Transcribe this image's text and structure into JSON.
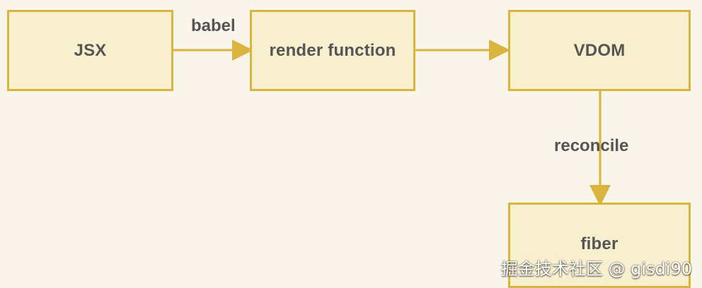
{
  "diagram": {
    "nodes": {
      "jsx": "JSX",
      "render_function": "render function",
      "vdom": "VDOM",
      "fiber": "fiber"
    },
    "edges": {
      "babel": "babel",
      "reconcile": "reconcile"
    },
    "colors": {
      "background": "#f9f5ea",
      "node_fill": "#f8efcf",
      "node_border": "#d9b43f",
      "arrow": "#d9b43f",
      "text": "#555555"
    }
  },
  "watermark": {
    "text": "掘金技术社区 @ gisdi90"
  }
}
